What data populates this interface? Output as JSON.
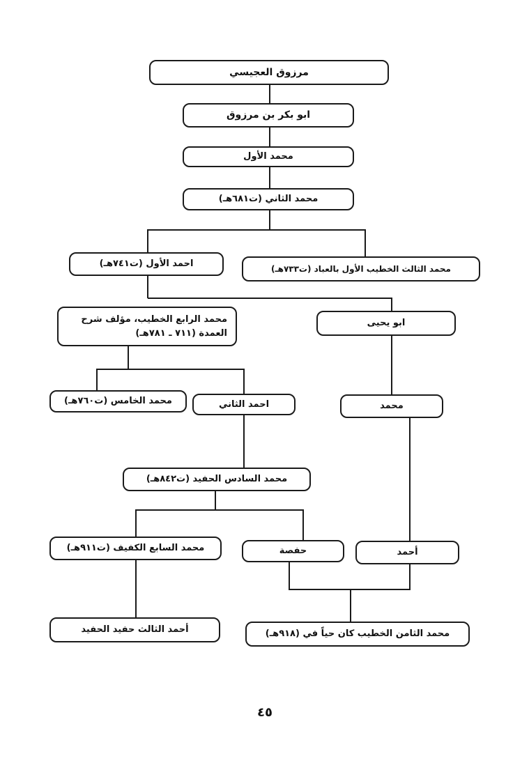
{
  "diagram": {
    "nodes": [
      {
        "id": "n1",
        "text": "مرزوق العجيسي"
      },
      {
        "id": "n2",
        "text": "ابو بكر بن مرزوق"
      },
      {
        "id": "n3",
        "text": "محمد الأول"
      },
      {
        "id": "n4",
        "text": "محمد الثاني (ت٦٨١هـ)"
      },
      {
        "id": "n5",
        "text": "احمد الأول (ت٧٤١هـ)"
      },
      {
        "id": "n6",
        "text": "محمد الثالث الخطيب الأول بالعباد (ت٧٣٣هـ)"
      },
      {
        "id": "n7",
        "text": "محمد الرابع الخطيب، مؤلف شرح العمدة (٧١١ ـ ٧٨١هـ)"
      },
      {
        "id": "n8",
        "text": "ابو يحيى"
      },
      {
        "id": "n9",
        "text": "محمد الخامس (ت٧٦٠هـ)"
      },
      {
        "id": "n10",
        "text": "احمد الثاني"
      },
      {
        "id": "n11",
        "text": "محمد"
      },
      {
        "id": "n12",
        "text": "محمد السادس الحفيد (ت٨٤٢هـ)"
      },
      {
        "id": "n13",
        "text": "محمد السابع الكفيف (ت٩١١هـ)"
      },
      {
        "id": "n14",
        "text": "حفصة"
      },
      {
        "id": "n15",
        "text": "أحمد"
      },
      {
        "id": "n16",
        "text": "أحمد الثالث حفيد الحفيد"
      },
      {
        "id": "n17",
        "text": "محمد الثامن الخطيب كان حياً في (٩١٨هـ)"
      }
    ]
  },
  "page_number": "٤٥"
}
